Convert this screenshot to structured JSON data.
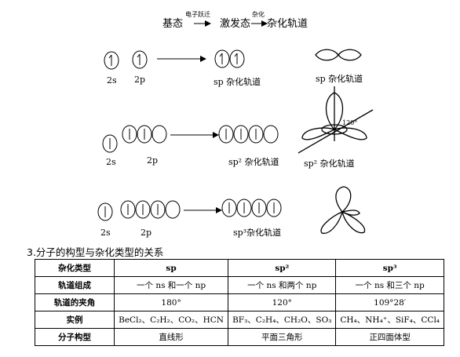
{
  "top_line": {
    "ground": "基态",
    "arrow1_label": "电子跃迁",
    "excited": "激发态",
    "arrow2_label": "杂化",
    "hybrid": "杂化轨道"
  },
  "rows": [
    {
      "s_label": "2s",
      "p_label": "2p",
      "hybrid_label": "sp 杂化轨道",
      "shape_label": "sp 杂化轨道"
    },
    {
      "s_label": "2s",
      "p_label": "2p",
      "hybrid_label": "sp² 杂化轨道",
      "shape_label": "sp² 杂化轨道",
      "angle": "120°"
    },
    {
      "s_label": "2s",
      "p_label": "2p",
      "hybrid_label": "sp³杂化轨道"
    }
  ],
  "section_title": "3.分子的构型与杂化类型的关系",
  "table": {
    "headers": [
      "杂化类型",
      "sp",
      "sp²",
      "sp³"
    ],
    "rows": [
      [
        "轨道组成",
        "一个 ns 和一个 np",
        "一个 ns 和两个 np",
        "一个 ns 和三个 np"
      ],
      [
        "轨道的夹角",
        "180°",
        "120°",
        "109°28′"
      ],
      [
        "实例",
        "BeCl₂、C₂H₂、CO₂、HCN",
        "BF₃、C₂H₄、CH₂O、SO₃",
        "CH₄、NH₄⁺、SiF₄、CCl₄"
      ],
      [
        "分子构型",
        "直线形",
        "平面三角形",
        "正四面体型"
      ]
    ]
  }
}
